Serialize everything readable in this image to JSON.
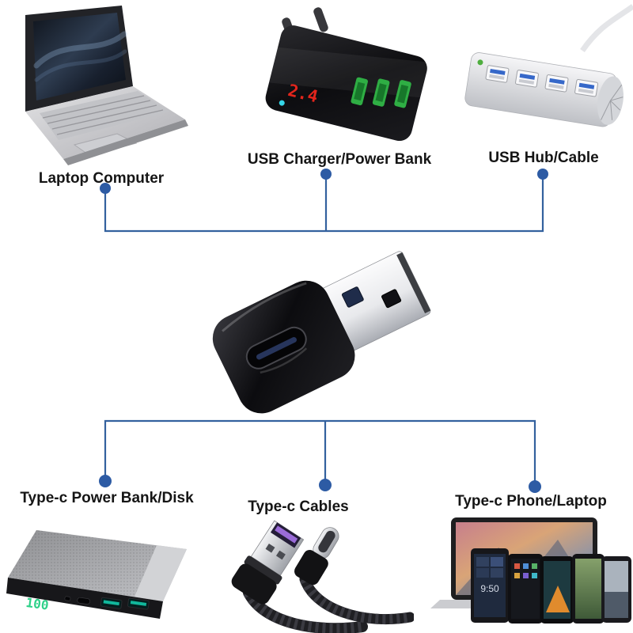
{
  "page": {
    "type": "product-compatibility-diagram",
    "background": "#ffffff",
    "center_product": "USB-A male to USB-C female adapter"
  },
  "colors": {
    "connector_line": "#33619e",
    "connector_dot": "#2d5ba4",
    "label_text": "#151515",
    "charger_port_green": "#2fae44",
    "charger_led_red": "#e3251c",
    "power_bank_led_green": "#2ed189",
    "usb3_port_blue": "#3668c9",
    "cable_tongue_purple": "#9a6bd8"
  },
  "top_row": {
    "items": [
      {
        "label": "Laptop Computer"
      },
      {
        "label": "USB Charger/Power Bank",
        "led_display": "2.4"
      },
      {
        "label": "USB Hub/Cable"
      }
    ]
  },
  "bottom_row": {
    "items": [
      {
        "label": "Type-c Power Bank/Disk",
        "battery_display": "100"
      },
      {
        "label": "Type-c Cables"
      },
      {
        "label": "Type-c Phone/Laptop",
        "phone_clock": "9:50"
      }
    ]
  }
}
